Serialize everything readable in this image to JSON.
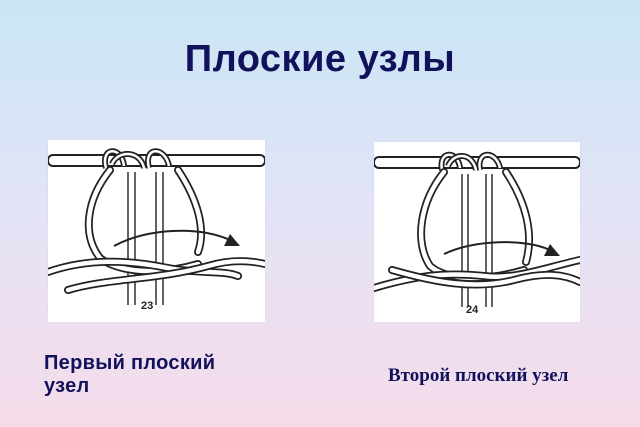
{
  "title": "Плоские узлы",
  "figures": [
    {
      "number": "23",
      "caption_line1": "Первый плоский",
      "caption_line2": "узел"
    },
    {
      "number": "24",
      "caption": "Второй плоский узел"
    }
  ],
  "icons": [
    "knot-illustration-first",
    "knot-illustration-second",
    "arrow-icon"
  ],
  "colors": {
    "title": "#12125c",
    "line": "#222222",
    "cord_fill": "#ffffff"
  }
}
